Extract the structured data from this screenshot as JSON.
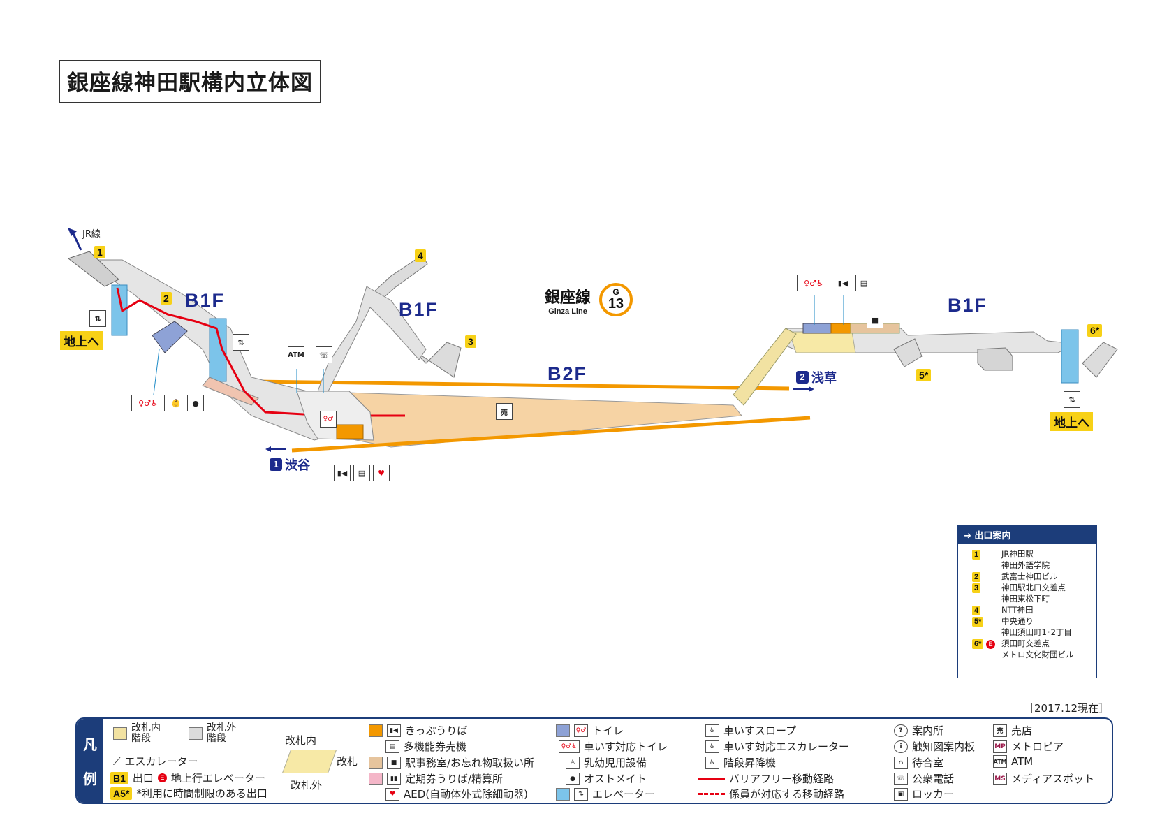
{
  "title": "銀座線神田駅構内立体図",
  "station": {
    "name_ja": "銀座線",
    "name_en": "Ginza Line",
    "code_letter": "G",
    "code_number": "13",
    "line_color": "#f39800"
  },
  "floors": {
    "b1f_left": "B1F",
    "b1f_mid": "B1F",
    "b2f": "B2F",
    "b1f_right": "B1F"
  },
  "jr_label": "JR線",
  "exit_badges": {
    "e1": "1",
    "e2": "2",
    "e3": "3",
    "e4": "4",
    "e5": "5*",
    "e6": "6*"
  },
  "to_ground": {
    "left": "地上へ",
    "right": "地上へ"
  },
  "directions": {
    "shibuya": {
      "num": "1",
      "label": "渋谷"
    },
    "asakusa": {
      "num": "2",
      "label": "浅草"
    }
  },
  "map_icons": {
    "atm": "ATM",
    "phone": "公衆電話",
    "shop": "売"
  },
  "exit_guide": {
    "heading": "出口案内",
    "rows": [
      {
        "badge": "1",
        "line1": "JR神田駅",
        "line2": "神田外語学院"
      },
      {
        "badge": "2",
        "line1": "武富士神田ビル",
        "line2": ""
      },
      {
        "badge": "3",
        "line1": "神田駅北口交差点",
        "line2": "神田東松下町"
      },
      {
        "badge": "4",
        "line1": "NTT神田",
        "line2": ""
      },
      {
        "badge": "5*",
        "line1": "中央通り",
        "line2": "神田須田町1･2丁目"
      },
      {
        "badge": "6*",
        "elevator_mark": "E",
        "line1": "須田町交差点",
        "line2": "メトロ文化財団ビル"
      }
    ]
  },
  "as_of": "［2017.12現在］",
  "legend": {
    "side_chars": [
      "凡",
      "例"
    ],
    "kaisatsu_naibu_stairs": "改札内\n階段",
    "kaisatsu_gaibu_stairs": "改札外\n階段",
    "escalator": "エスカレーター",
    "exit_badge": "B1",
    "exit_text": "出口",
    "elevator_mark": "E",
    "elevator_text": "地上行エレベーター",
    "time_limited_badge": "A5*",
    "time_limited_text": "*利用に時間制限のある出口",
    "gate_inside": "改札内",
    "gate": "改札",
    "gate_outside": "改札外",
    "ticket": "きっぷうりば",
    "multi_ticket": "多機能券売機",
    "office": "駅事務室/お忘れ物取扱い所",
    "pass": "定期券うりば/精算所",
    "aed": "AED(自動体外式除細動器)",
    "toilet": "トイレ",
    "wheelchair_toilet": "車いす対応トイレ",
    "baby": "乳幼児用設備",
    "ostomate": "オストメイト",
    "elevator": "エレベーター",
    "slope": "車いすスロープ",
    "wheel_escalator": "車いす対応エスカレーター",
    "stair_lift": "階段昇降機",
    "barrier_free": "バリアフリー移動経路",
    "staff_route": "係員が対応する移動経路",
    "info": "案内所",
    "tactile": "触知図案内板",
    "waiting": "待合室",
    "phone": "公衆電話",
    "locker": "ロッカー",
    "shop": "売店",
    "metropia": "メトロピア",
    "atm": "ATM",
    "media": "メディアスポット",
    "mp_icon": "MP",
    "ms_icon": "MS",
    "atm_icon": "ATM"
  },
  "colors": {
    "navy": "#1c3d7a",
    "orange": "#f39800",
    "yellow": "#f7d117",
    "red": "#e60012",
    "concourse": "#f6d3a4",
    "platform": "#f7e9a6"
  }
}
